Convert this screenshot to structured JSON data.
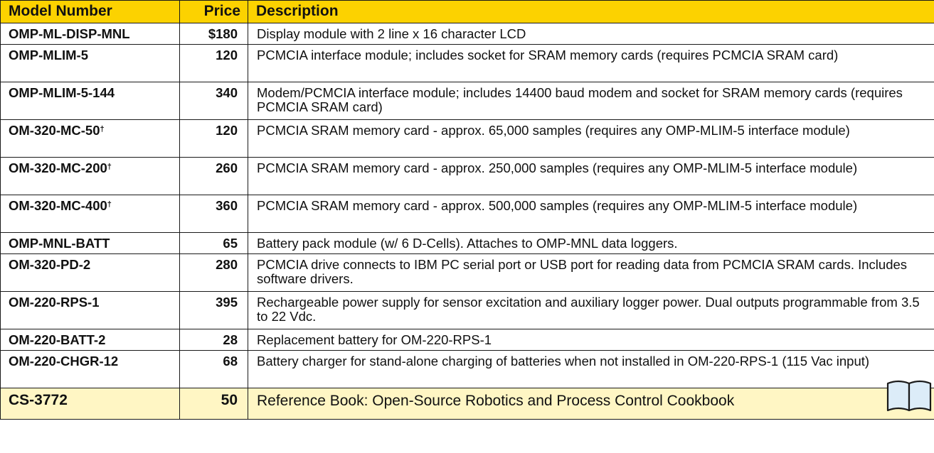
{
  "header": {
    "model": "Model Number",
    "price": "Price",
    "description": "Description"
  },
  "rows": [
    {
      "model": "OMP-ML-DISP-MNL",
      "mark": "",
      "price": "$180",
      "description": "Display module with 2 line x 16 character LCD"
    },
    {
      "model": "OMP-MLIM-5",
      "mark": "",
      "price": "120",
      "description": "PCMCIA interface module; includes socket for SRAM memory cards (requires PCMCIA SRAM card)"
    },
    {
      "model": "OMP-MLIM-5-144",
      "mark": "",
      "price": "340",
      "description": "Modem/PCMCIA interface module; includes 14400 baud modem and socket for SRAM memory cards (requires PCMCIA SRAM card)"
    },
    {
      "model": "OM-320-MC-50",
      "mark": "†",
      "price": "120",
      "description": "PCMCIA SRAM memory card - approx. 65,000 samples (requires any OMP-MLIM-5 interface module)"
    },
    {
      "model": "OM-320-MC-200",
      "mark": "†",
      "price": "260",
      "description": "PCMCIA SRAM memory card - approx. 250,000 samples (requires any OMP-MLIM-5 interface module)"
    },
    {
      "model": "OM-320-MC-400",
      "mark": "†",
      "price": "360",
      "description": "PCMCIA SRAM memory card - approx. 500,000 samples (requires any OMP-MLIM-5 interface module)"
    },
    {
      "model": "OMP-MNL-BATT",
      "mark": "",
      "price": "65",
      "description": "Battery pack module (w/ 6 D-Cells). Attaches to OMP-MNL data loggers."
    },
    {
      "model": "OM-320-PD-2",
      "mark": "",
      "price": "280",
      "description": "PCMCIA drive connects to IBM PC serial port or USB port for reading data from PCMCIA SRAM cards. Includes software drivers."
    },
    {
      "model": "OM-220-RPS-1",
      "mark": "",
      "price": "395",
      "description": "Rechargeable power supply for sensor excitation and auxiliary logger power. Dual outputs programmable from 3.5 to 22 Vdc."
    },
    {
      "model": "OM-220-BATT-2",
      "mark": "",
      "price": "28",
      "description": "Replacement battery for OM-220-RPS-1"
    },
    {
      "model": "OM-220-CHGR-12",
      "mark": "",
      "price": "68",
      "description": "Battery charger for stand-alone charging of batteries when not installed in OM-220-RPS-1 (115 Vac input)"
    },
    {
      "model": "CS-3772",
      "mark": "",
      "price": "50",
      "description": "Reference Book: Open-Source Robotics and Process Control Cookbook"
    }
  ],
  "colors": {
    "header_bg": "#fcd200",
    "highlight_row_bg": "#fff6c4",
    "book_icon_fill": "#dcecf8"
  },
  "icons": {
    "book": "open-book-icon"
  }
}
